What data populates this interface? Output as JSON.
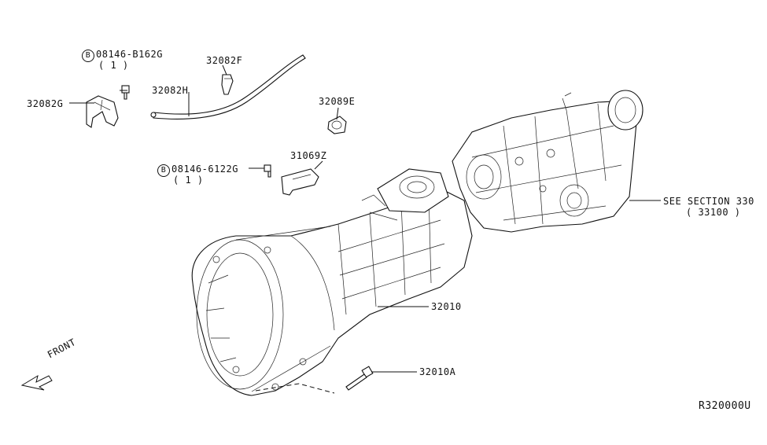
{
  "diagram": {
    "reference_code": "R320000U",
    "front_label": "FRONT",
    "parts": [
      {
        "id": "bolt1",
        "bolt_symbol": "B",
        "number": "08146-B162G",
        "qty": "( 1 )"
      },
      {
        "id": "p32082F",
        "number": "32082F"
      },
      {
        "id": "p32082H",
        "number": "32082H"
      },
      {
        "id": "p32082G",
        "number": "32082G"
      },
      {
        "id": "p32089E",
        "number": "32089E"
      },
      {
        "id": "p31069Z",
        "number": "31069Z"
      },
      {
        "id": "bolt2",
        "bolt_symbol": "B",
        "number": "08146-6122G",
        "qty": "( 1 )"
      },
      {
        "id": "p32010",
        "number": "32010"
      },
      {
        "id": "p32010A",
        "number": "32010A"
      }
    ],
    "see_section": {
      "text": "SEE SECTION 330",
      "sub": "( 33100 )"
    }
  }
}
